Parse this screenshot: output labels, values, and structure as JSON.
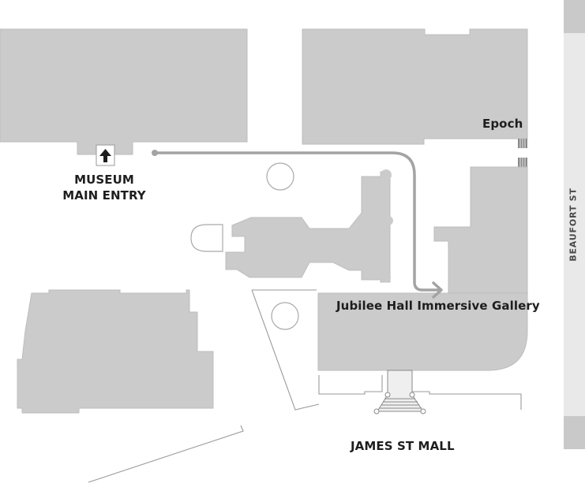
{
  "labels": {
    "museum_line1": "MUSEUM",
    "museum_line2": "MAIN ENTRY",
    "epoch": "Epoch",
    "jubilee": "Jubilee Hall Immersive Gallery",
    "james": "JAMES ST MALL",
    "beaufort": "BEAUFORT ST"
  },
  "icons": {
    "entry": "up-arrow-icon"
  },
  "colors": {
    "building": "#cbcbcb",
    "building_outline": "#b3b3b3",
    "route": "#a3a3a3",
    "street": "#d8d8d8",
    "text": "#1e1e1e",
    "background": "#ffffff"
  }
}
